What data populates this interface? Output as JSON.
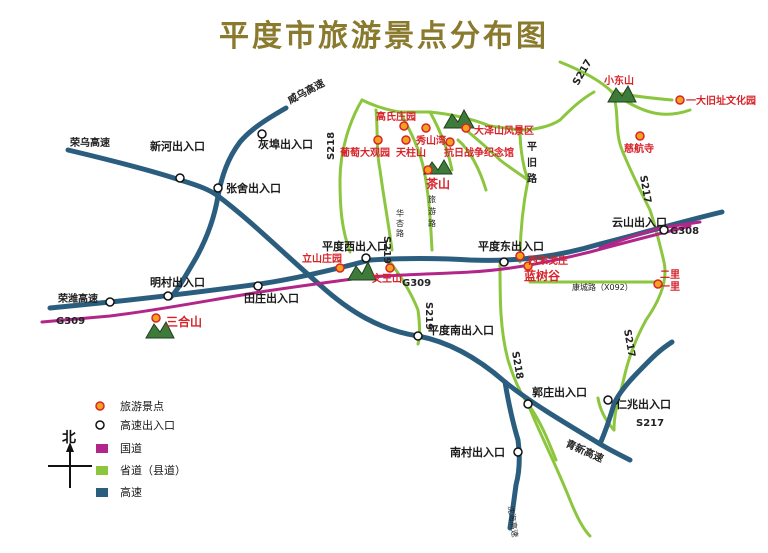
{
  "title": "平度市旅游景点分布图",
  "highways": {
    "rongwu": "荣乌高速",
    "weiwu": "威乌高速",
    "rongwei": "荣潍高速",
    "qingxin": "青新高速",
    "shenhai": "沈海高速"
  },
  "national_roads": {
    "g308_east": "G308",
    "g309_west": "G309",
    "g309_center": "G309"
  },
  "provincial_roads": {
    "s218_north": "S218",
    "s219_mid": "S219",
    "s219_south": "S219",
    "s218_south": "S218",
    "s217_north": "S217",
    "s217_mid": "S217",
    "s217_mid2": "S217",
    "s217_south": "S217",
    "pingjiu": [
      "平",
      "旧",
      "路"
    ],
    "huaxin": "华\n杏\n路",
    "lvyou": "旅\n游\n路",
    "kangcheng": "康城路（X092）"
  },
  "exits": {
    "xinhe": "新河出入口",
    "huibu": "灰埠出入口",
    "zhangshe": "张舍出入口",
    "mingcun": "明村出入口",
    "tianzhuang": "田庄出入口",
    "pingduxi": "平度西出入口",
    "pingdudong": "平度东出入口",
    "yunshan": "云山出入口",
    "pingdunan": "平度南出入口",
    "guozhuang": "郭庄出入口",
    "renzhao": "仁兆出入口",
    "nancun": "南村出入口"
  },
  "spots": {
    "gaoshizhuangyuan": "高氏庄园",
    "putaodaguanyuan": "葡萄大观园",
    "tianzhushan": "天柱山",
    "xiushanqu": "秀山湾",
    "dazeshan": "大泽山风景区",
    "kangzhan": "抗日战争纪念馆",
    "chashan": "茶山",
    "lishanzhuangyuan": "立山庄园",
    "wenwangshan": "文王山",
    "xisonggezhuang": "西宋戈庄",
    "lanshugu": "蓝树谷",
    "xiaodongshan": "小东山",
    "yidajiuzhi": "一大旧址文化园",
    "cihangsi": "慈航寺",
    "erli": "二里\n一里",
    "sanheshan": "三合山"
  },
  "compass": {
    "north": "北"
  },
  "legend": [
    {
      "label": "旅游景点",
      "kind": "spot"
    },
    {
      "label": "高速出入口",
      "kind": "exit"
    },
    {
      "label": "国道",
      "kind": "national",
      "color": "#b2268a"
    },
    {
      "label": "省道（县道）",
      "kind": "provincial",
      "color": "#8cc63f"
    },
    {
      "label": "高速",
      "kind": "highway",
      "color": "#2b5e7e"
    }
  ],
  "colors": {
    "highway": "#2b5e7e",
    "national": "#b2268a",
    "provincial": "#8cc63f",
    "spot_fill": "#f2a31b",
    "spot_edge": "#d7242a",
    "title": "#8a7a2e",
    "mountain": "#3e7a3a"
  }
}
